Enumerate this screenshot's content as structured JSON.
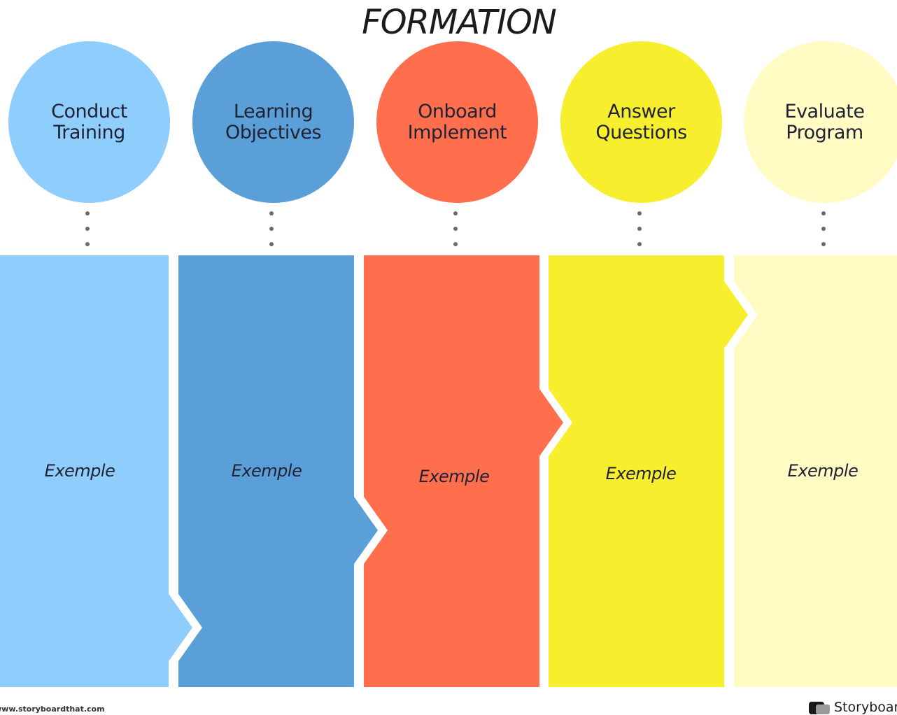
{
  "title": "FORMATION",
  "steps": [
    {
      "heading_line1": "Conduct",
      "heading_line2": "Training",
      "body": "Exemple",
      "color": "#8fcdfd"
    },
    {
      "heading_line1": "Learning",
      "heading_line2": "Objectives",
      "body": "Exemple",
      "color": "#5a9fd8"
    },
    {
      "heading_line1": "Onboard",
      "heading_line2": "Implement",
      "body": "Exemple",
      "color": "#ff6f4d"
    },
    {
      "heading_line1": "Answer",
      "heading_line2": "Questions",
      "body": "Exemple",
      "color": "#f7ee2e"
    },
    {
      "heading_line1": "Evaluate",
      "heading_line2": "Program",
      "body": "Exemple",
      "color": "#fffbc2"
    }
  ],
  "footer": {
    "credit": "www.storyboardthat.com",
    "brand": "Storyboard That"
  }
}
